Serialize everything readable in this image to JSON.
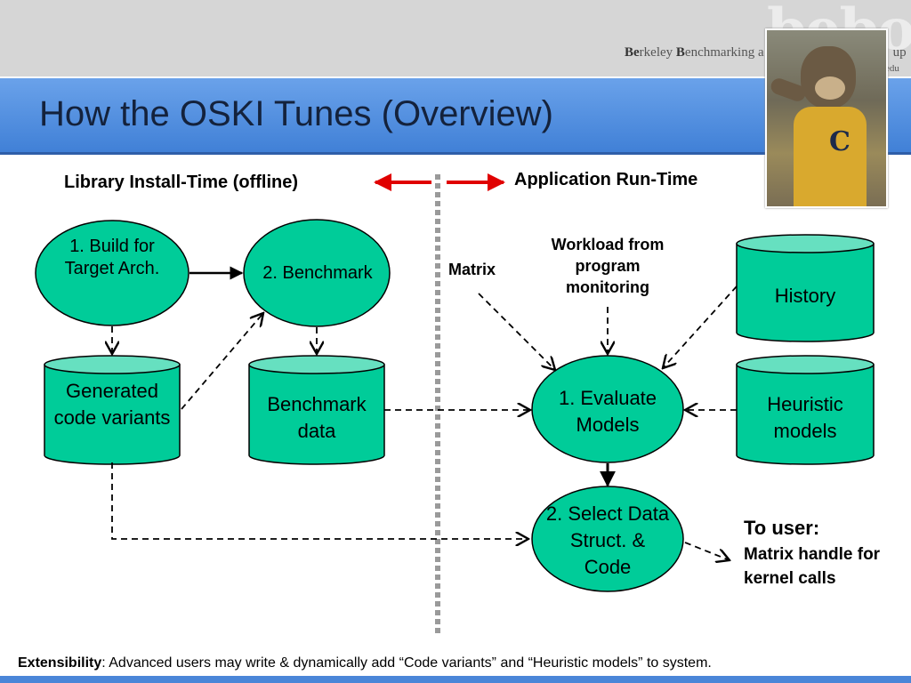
{
  "header": {
    "title": "How the OSKI Tunes (Overview)",
    "logo_text": "bebop",
    "group_name_b1": "Be",
    "group_name_r1": "rkeley ",
    "group_name_b2": "B",
    "group_name_r2": "enchmarking a",
    "group_name_tail": "up",
    "group_url_tail": "edu",
    "photo": "mascot-photo"
  },
  "diagram": {
    "left_phase_label": "Library Install-Time (offline)",
    "right_phase_label": "Application Run-Time",
    "nodes": {
      "build": "1. Build for Target Arch.",
      "benchmark": "2. Benchmark",
      "generated": "Generated code variants",
      "benchdata": "Benchmark data",
      "history": "History",
      "heuristic": "Heuristic models",
      "evaluate": "1. Evaluate Models",
      "select": "2. Select Data Struct. & Code"
    },
    "inputs": {
      "matrix": "Matrix",
      "workload": "Workload from program monitoring"
    },
    "to_user_title": "To user:",
    "to_user_text": "Matrix handle for kernel calls"
  },
  "footer": {
    "bold_label": "Extensibility",
    "text": ": Advanced users may write & dynamically add “Code variants” and “Heuristic models” to system."
  },
  "colors": {
    "node_fill": "#00cc99",
    "cylinder_top": "#66e0c0",
    "arrow_red": "#e00000",
    "title_band": "#4a86d8"
  }
}
